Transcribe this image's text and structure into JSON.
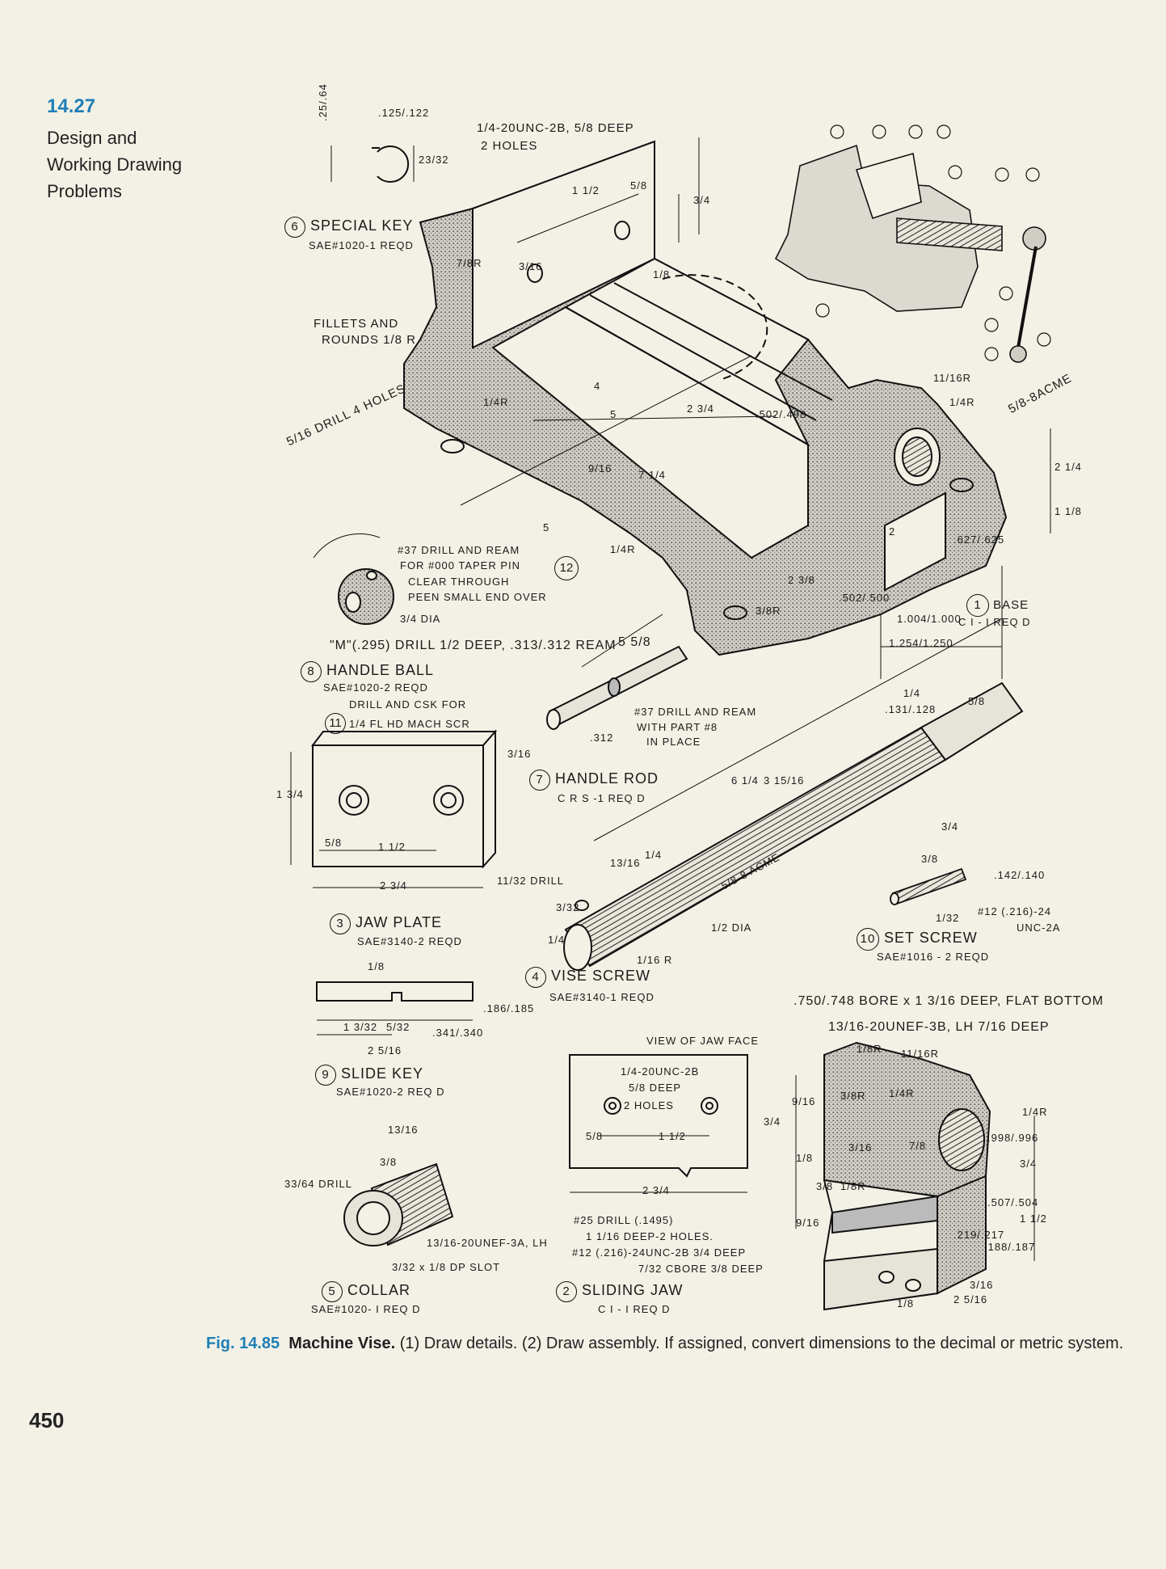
{
  "section": {
    "number": "14.27",
    "title_lines": [
      "Design and",
      "Working Drawing",
      "Problems"
    ]
  },
  "parts": {
    "base": {
      "num": "1",
      "name": "BASE",
      "spec": "C I - I REQ D"
    },
    "sliding_jaw": {
      "num": "2",
      "name": "SLIDING JAW",
      "spec": "C I - I REQ D"
    },
    "jaw_plate": {
      "num": "3",
      "name": "JAW PLATE",
      "spec": "SAE#3140-2 REQD"
    },
    "vise_screw": {
      "num": "4",
      "name": "VISE SCREW",
      "spec": "SAE#3140-1 REQD"
    },
    "collar": {
      "num": "5",
      "name": "COLLAR",
      "spec": "SAE#1020- I REQ D"
    },
    "special_key": {
      "num": "6",
      "name": "SPECIAL KEY",
      "spec": "SAE#1020-1 REQD"
    },
    "handle_rod": {
      "num": "7",
      "name": "HANDLE ROD",
      "spec": "C R S -1 REQ D"
    },
    "handle_ball": {
      "num": "8",
      "name": "HANDLE BALL",
      "spec": "SAE#1020-2 REQD"
    },
    "slide_key": {
      "num": "9",
      "name": "SLIDE KEY",
      "spec": "SAE#1020-2 REQ D"
    },
    "set_screw": {
      "num": "10",
      "name": "SET SCREW",
      "spec": "SAE#1016 - 2 REQD"
    },
    "cap_screw": {
      "num": "11"
    },
    "taper_pin": {
      "num": "12"
    }
  },
  "notes": {
    "base_tap": "1/4-20UNC-2B, 5/8 DEEP",
    "base_tap_2": "2 HOLES",
    "fillets_1": "FILLETS AND",
    "fillets_2": "ROUNDS 1/8 R",
    "drill_holes": "5/16 DRILL 4 HOLES",
    "acme": "5/8-8ACME",
    "ball_1": "#37 DRILL AND REAM",
    "ball_2": "FOR #000 TAPER PIN",
    "ball_3": "CLEAR THROUGH",
    "ball_4": "PEEN SMALL END OVER",
    "ball_dia": "3/4 DIA",
    "ball_drill": "\"M\"(.295) DRILL 1/2 DEEP, .313/.312 REAM",
    "rod_1": "#37 DRILL AND REAM",
    "rod_2": "WITH PART #8",
    "rod_3": "IN PLACE",
    "plate_csk_1": "DRILL AND CSK FOR",
    "plate_csk_2": "1/4 FL HD MACH SCR",
    "drill_1132": "11/32 DRILL",
    "screw_acme": "5/8-8 ACME",
    "screw_dia": "1/2 DIA",
    "screw_r": "1/16 R",
    "set_screw_thread_1": "#12 (.216)-24",
    "set_screw_thread_2": "UNC-2A",
    "bore_1": ".750/.748 BORE x 1 3/16 DEEP, FLAT BOTTOM",
    "bore_2": "13/16-20UNEF-3B, LH 7/16 DEEP",
    "jaw_face": "VIEW OF JAW FACE",
    "jaw_tap_1": "1/4-20UNC-2B",
    "jaw_tap_2": "5/8 DEEP",
    "jaw_tap_3": "2 HOLES",
    "collar_drill": "33/64 DRILL",
    "collar_thread": "13/16-20UNEF-3A, LH",
    "collar_slot": "3/32 x 1/8 DP SLOT",
    "jaw_drill_1": "#25 DRILL (.1495)",
    "jaw_drill_2": "1 1/16 DEEP-2 HOLES.",
    "jaw_drill_3": "#12 (.216)-24UNC-2B 3/4 DEEP",
    "jaw_drill_4": "7/32 CBORE 3/8 DEEP"
  },
  "dims": {
    "base": [
      "5/8",
      "1 1/2",
      "3/4",
      "3/16",
      "1 1/8",
      "1/8",
      "1/4R",
      "7/8R",
      "4",
      "5",
      "2 3/4",
      ".502/.498",
      "9/16",
      "7 1/4",
      "5",
      "1/4R",
      "3/8R",
      "11/16R",
      "1/4R",
      "2",
      "2 3/8",
      "2 1/4",
      ".502/.500",
      ".627/.625",
      "1.004/1.000",
      "1.254/1.250"
    ],
    "plate": [
      "1 3/4",
      "5/8",
      "1 1/2",
      "2 3/4",
      "3/16"
    ],
    "rod": [
      "5 5/8",
      ".312"
    ],
    "screw": [
      "6 1/4",
      "3 15/16",
      ".131/.128",
      "1/4",
      "5/8",
      "13/16",
      "1/4",
      "3/32",
      "1/4"
    ],
    "set_screw": [
      "3/4",
      "3/8",
      ".142/.140",
      "1/32"
    ],
    "slide_key": [
      "1/8",
      "1 3/32",
      "5/32",
      "2 5/16",
      ".341/.340",
      ".186/.185"
    ],
    "collar": [
      "13/16",
      "3/8",
      "3/32"
    ],
    "key": [
      ".125/.122",
      ".25/.64",
      "23/32"
    ],
    "jaw_face": [
      "5/8",
      "1 1/2",
      "2 3/4"
    ],
    "sliding_jaw": [
      "1/8R",
      "11/16R",
      "3/8R",
      "1/4R",
      "1/4R",
      "3/4",
      "9/16",
      "7/8",
      "3/16",
      "1/8",
      "3/8",
      "1/8R",
      ".998/.996",
      "3/4",
      "1 1/2",
      ".507/.504",
      ".219/.217",
      ".188/.187",
      "3/16",
      "2 5/16",
      "1/8"
    ]
  },
  "caption": {
    "fig": "Fig. 14.85",
    "title": "Machine Vise.",
    "text": "(1) Draw details. (2) Draw assembly. If assigned, convert dimensions to the decimal or metric system."
  },
  "page_number": "450"
}
